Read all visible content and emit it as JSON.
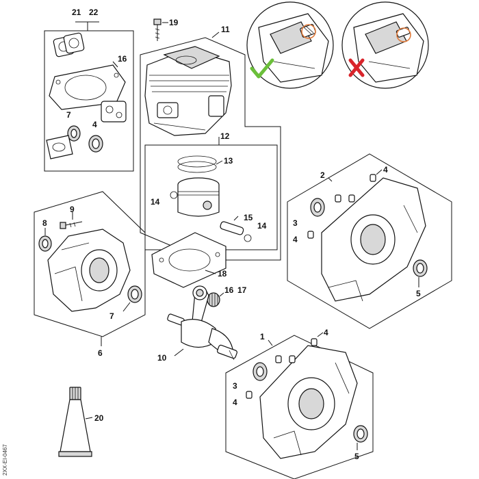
{
  "callouts": {
    "c21": "21",
    "c22": "22",
    "c19": "19",
    "c11": "11",
    "c16": "16",
    "c7a": "7",
    "c4a": "4",
    "c12": "12",
    "c13": "13",
    "c14a": "14",
    "c15": "15",
    "c14b": "14",
    "c2": "2",
    "c4b": "4",
    "c3a": "3",
    "c4c": "4",
    "c5a": "5",
    "c9": "9",
    "c8": "8",
    "c18": "18",
    "c16b": "16",
    "c17": "17",
    "c7b": "7",
    "c6": "6",
    "c1": "1",
    "c4d": "4",
    "c10": "10",
    "c3b": "3",
    "c4e": "4",
    "c5b": "5",
    "c20": "20"
  },
  "side_code": "2XX-EI-0467",
  "marks": {
    "correct": "check-mark",
    "incorrect": "cross-mark"
  },
  "colors": {
    "correct": "#6bbf3a",
    "incorrect": "#d9242b",
    "highlight": "#e07a3a",
    "line": "#111111"
  }
}
